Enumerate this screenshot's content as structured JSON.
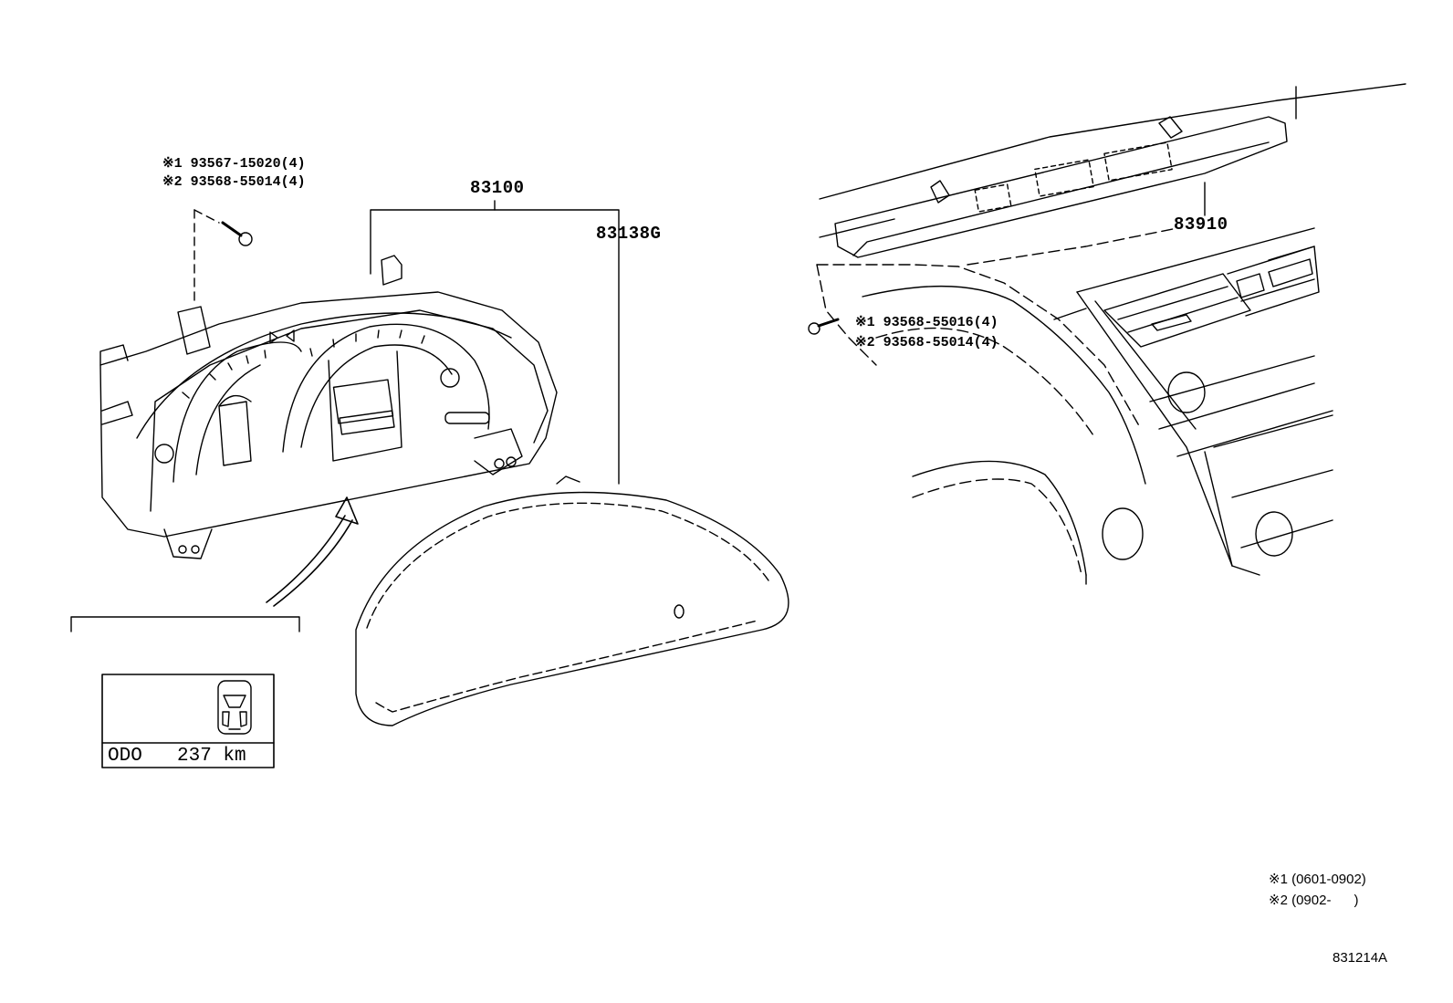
{
  "parts": {
    "cluster": "83100",
    "lens": "83138G",
    "multi_display": "83910"
  },
  "screws_left": {
    "line1": "※1 93567-15020(4)",
    "line2": "※2 93568-55014(4)"
  },
  "screws_right": {
    "line1": "※1 93568-55016(4)",
    "line2": "※2 93568-55014(4)"
  },
  "inset_display": {
    "odo_label": "ODO",
    "odo_value": "237 km"
  },
  "notes": {
    "note1": "※1 (0601-0902)",
    "note2": "※2 (0902-      )"
  },
  "diagram_id": "831214A"
}
